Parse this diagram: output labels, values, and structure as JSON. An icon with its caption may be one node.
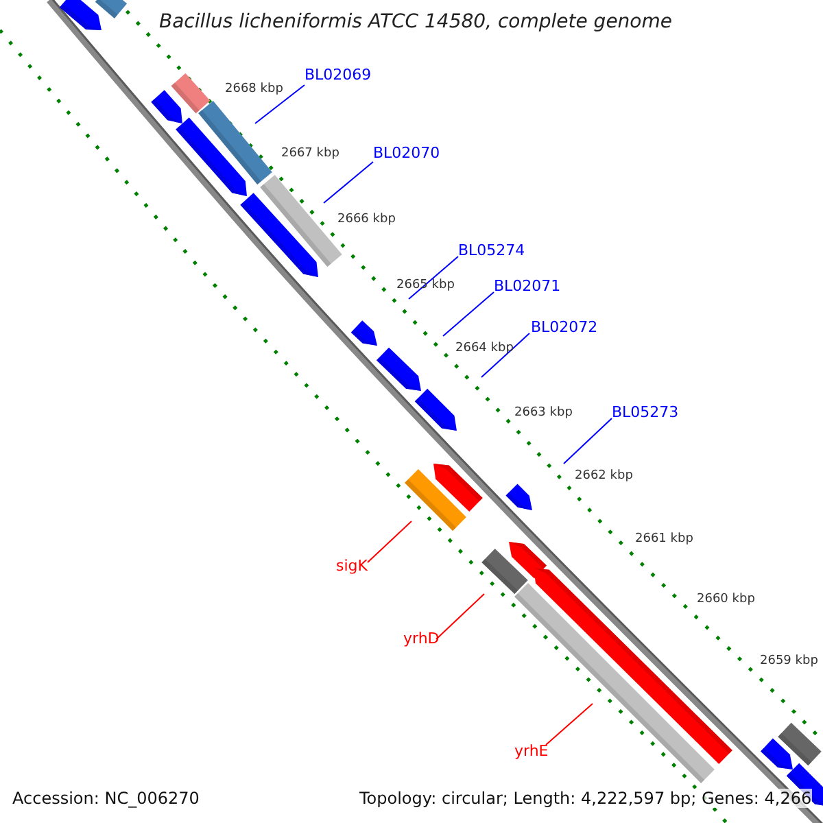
{
  "diagram": {
    "title": "Bacillus licheniformis ATCC 14580, complete genome",
    "nodes": [
      {
        "text": [],
        "shape": "pentagon"
      },
      {
        "text": [],
        "shape": "bar"
      },
      {
        "text": [
          "BL02069"
        ]
      },
      {
        "text": [],
        "shape": "bar"
      },
      {
        "text": [],
        "shape": "pentagon"
      },
      {
        "text": [],
        "shape": "bar"
      },
      {
        "text": [],
        "shape": "pentagon"
      },
      {
        "text": [
          "BL02070"
        ]
      },
      {
        "text": [],
        "shape": "bar"
      },
      {
        "text": [],
        "shape": "pentagon"
      },
      {
        "text": [
          "BL05274"
        ]
      },
      {
        "text": [
          "BL02071"
        ]
      },
      {
        "text": [
          "BL02072"
        ]
      },
      {
        "text": [],
        "shape": "pentagon"
      },
      {
        "text": [],
        "shape": "pentagon"
      },
      {
        "text": [],
        "shape": "pentagon"
      },
      {
        "text": [
          "BL05273"
        ]
      },
      {
        "text": [],
        "shape": "pentagon"
      },
      {
        "text": [],
        "shape": "bar"
      },
      {
        "text": [],
        "shape": "pentagon"
      },
      {
        "text": [],
        "shape": "pentagon"
      },
      {
        "text": [],
        "shape": "bar"
      },
      {
        "text": [
          "sigK"
        ]
      },
      {
        "text": [],
        "shape": "pentagon"
      },
      {
        "text": [],
        "shape": "bar"
      },
      {
        "text": [
          "yrhD"
        ]
      },
      {
        "text": [],
        "shape": "bar"
      },
      {
        "text": [
          "yrhE"
        ]
      },
      {
        "text": [],
        "shape": "pentagon"
      },
      {
        "text": [],
        "shape": "pentagon"
      }
    ],
    "edges": [
      {
        "from": 2,
        "to": 5,
        "arrow": "none"
      },
      {
        "from": 7,
        "to": 8,
        "arrow": "none"
      },
      {
        "from": 10,
        "to": 13,
        "arrow": "none"
      },
      {
        "from": 11,
        "to": 14,
        "arrow": "none"
      },
      {
        "from": 12,
        "to": 15,
        "arrow": "none"
      },
      {
        "from": 16,
        "to": 19,
        "arrow": "none"
      },
      {
        "from": 22,
        "to": 18,
        "arrow": "none",
        "color": "#ff0000"
      },
      {
        "from": 25,
        "to": 21,
        "arrow": "none",
        "color": "#ff0000"
      },
      {
        "from": 27,
        "to": 24,
        "arrow": "none",
        "color": "#ff0000"
      }
    ],
    "labels": [
      "2668 kbp",
      "2667 kbp",
      "2666 kbp",
      "2665 kbp",
      "2664 kbp",
      "2663 kbp",
      "2662 kbp",
      "2661 kbp",
      "2660 kbp",
      "2659 kbp",
      "Accession: NC_006270",
      "Topology: circular; Length: 4,222,597 bp; Genes: 4,266"
    ]
  }
}
